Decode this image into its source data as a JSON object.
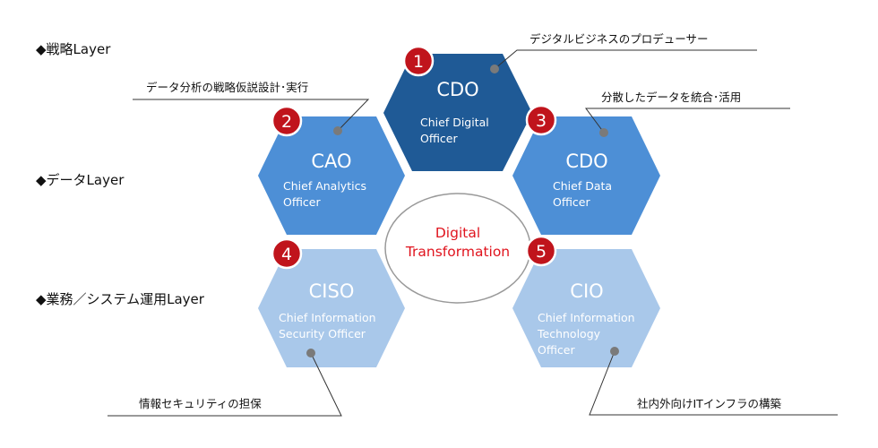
{
  "layers": {
    "strategy": "◆戦略Layer",
    "data": "◆データLayer",
    "operations": "◆業務／システム運用Layer"
  },
  "center": {
    "line1": "Digital",
    "line2": "Transformation"
  },
  "roles": [
    {
      "number": "1",
      "abbr": "CDO",
      "title_line1": "Chief Digital",
      "title_line2": "Officer",
      "title_line3": "",
      "note": "デジタルビジネスのプロデューサー",
      "color": "#1f5a96"
    },
    {
      "number": "2",
      "abbr": "CAO",
      "title_line1": "Chief Analytics",
      "title_line2": "Officer",
      "title_line3": "",
      "note": "データ分析の戦略仮説設計･実行",
      "color": "#4d8fd6"
    },
    {
      "number": "3",
      "abbr": "CDO",
      "title_line1": "Chief Data",
      "title_line2": "Officer",
      "title_line3": "",
      "note": "分散したデータを統合･活用",
      "color": "#4d8fd6"
    },
    {
      "number": "4",
      "abbr": "CISO",
      "title_line1": "Chief Information",
      "title_line2": "Security Officer",
      "title_line3": "",
      "note": "情報セキュリティの担保",
      "color": "#a9c8ea"
    },
    {
      "number": "5",
      "abbr": "CIO",
      "title_line1": "Chief Information",
      "title_line2": "Technology",
      "title_line3": "Officer",
      "note": "社内外向けITインフラの構築",
      "color": "#a9c8ea"
    }
  ],
  "colors": {
    "badge": "#c0141c",
    "center_text": "#e0141e",
    "center_outline": "#999999"
  }
}
